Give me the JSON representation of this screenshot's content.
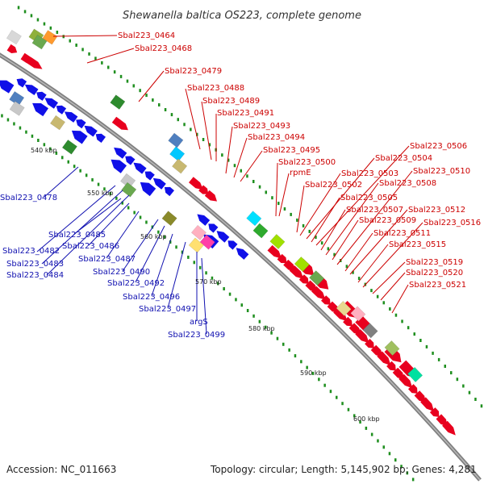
{
  "title": "Shewanella baltica OS223, complete genome",
  "footer": {
    "accession": "Accession: NC_011663",
    "topology": "Topology: circular; Length: 5,145,902 bp; Genes: 4,281"
  },
  "colors": {
    "forward": "#e8001e",
    "reverse": "#1010e8",
    "backbone": "#808080",
    "label_forward": "#cc0000",
    "label_reverse": "#1010b0",
    "gc_dots": "#1f8f1f"
  },
  "kbp_ticks": [
    "540 kbp",
    "550 kbp",
    "560 kbp",
    "570 kbp",
    "580 kbp",
    "590 kbp",
    "600 kbp"
  ],
  "labels_forward": [
    "Sbal223_0464",
    "Sbal223_0468",
    "Sbal223_0479",
    "Sbal223_0488",
    "Sbal223_0489",
    "Sbal223_0491",
    "Sbal223_0493",
    "Sbal223_0494",
    "Sbal223_0495",
    "Sbal223_0500",
    "rpmE",
    "Sbal223_0502",
    "Sbal223_0503",
    "Sbal223_0504",
    "Sbal223_0505",
    "Sbal223_0506",
    "Sbal223_0507",
    "Sbal223_0508",
    "Sbal223_0509",
    "Sbal223_0510",
    "Sbal223_0511",
    "Sbal223_0512",
    "Sbal223_0515",
    "Sbal223_0516",
    "Sbal223_0519",
    "Sbal223_0520",
    "Sbal223_0521"
  ],
  "labels_reverse": [
    "Sbal223_0478",
    "Sbal223_0482",
    "Sbal223_0483",
    "Sbal223_0484",
    "Sbal223_0485",
    "Sbal223_0486",
    "Sbal223_0487",
    "Sbal223_0490",
    "Sbal223_0492",
    "Sbal223_0496",
    "Sbal223_0497",
    "argS",
    "Sbal223_0499"
  ]
}
